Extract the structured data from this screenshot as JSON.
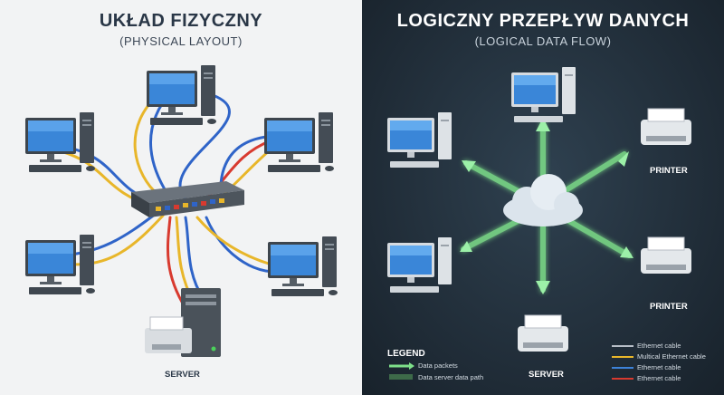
{
  "physical": {
    "title": "UKŁAD FIZYCZNY",
    "subtitle": "(PHYSICAL LAYOUT)",
    "server_label": "SERVER"
  },
  "logical": {
    "title": "LOGICZNY PRZEPŁYW DANYCH",
    "subtitle": "(LOGICAL DATA FLOW)",
    "printer_label_1": "PRINTER",
    "printer_label_2": "PRINTER",
    "server_label": "SERVER"
  },
  "legend": {
    "title": "LEGEND",
    "items": [
      "Data packets",
      "Data server data path"
    ],
    "cables": [
      "Ethernet cable",
      "Multical Ethernet cable",
      "Ethernet cable",
      "Ethernet cable"
    ]
  },
  "colors": {
    "cable_blue": "#2f64c8",
    "cable_yellow": "#e8b62a",
    "cable_red": "#d83a2f",
    "arrow_green": "#7ee08a",
    "legend_line_gray": "#b7bec7",
    "legend_line_yellow": "#e8b62a",
    "legend_line_blue": "#3d82d8",
    "legend_line_red": "#d83a2f"
  }
}
